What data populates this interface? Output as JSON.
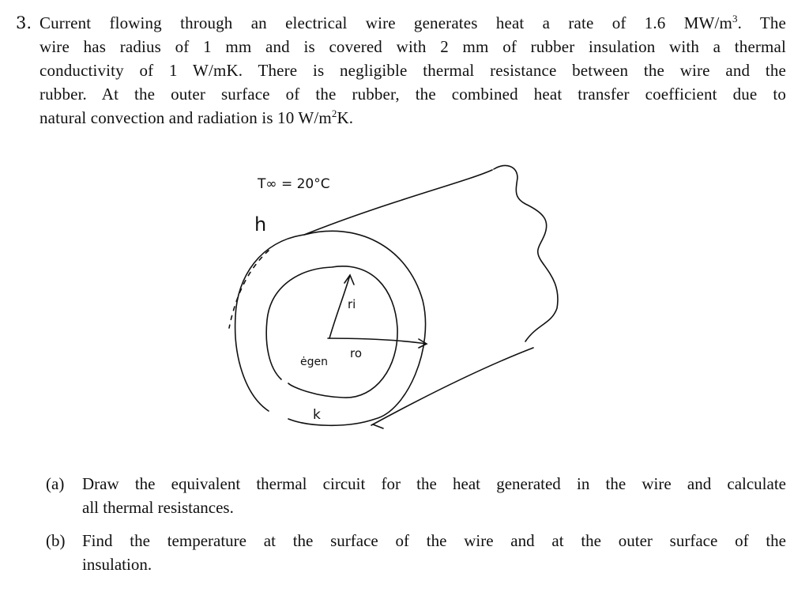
{
  "problem": {
    "number": "3.",
    "lines": [
      "Current flowing through an electrical wire generates heat a rate of 1.6 MW/m",
      "wire has radius of 1 mm and is covered with 2 mm of rubber insulation with a thermal",
      "conductivity of 1 W/mK. There is negligible thermal resistance between the wire and the",
      "rubber. At the outer surface of the rubber, the combined heat transfer coefficient due to",
      "natural convection and radiation is 10 W/m"
    ],
    "line1_sup": "3",
    "line1_tail": ". The",
    "line5_sup": "2",
    "line5_tail": "K."
  },
  "figure": {
    "ambient_label": "T∞ = 20°C",
    "h_label": "h",
    "ri_label": "ri",
    "ro_label": "ro",
    "egen_label": "ėgen",
    "k_label": "k"
  },
  "parts": [
    {
      "label": "(a)",
      "lines": [
        "Draw the equivalent thermal circuit for the heat generated in the wire and calculate",
        "all thermal resistances."
      ]
    },
    {
      "label": "(b)",
      "lines": [
        "Find the temperature at the surface of the wire and at the outer surface of the",
        "insulation."
      ]
    }
  ]
}
